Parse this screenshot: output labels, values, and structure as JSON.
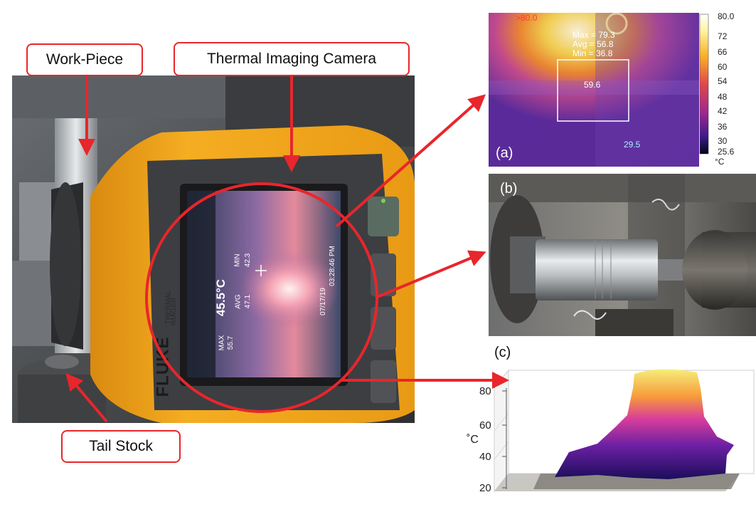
{
  "callouts": {
    "workpiece": "Work-Piece",
    "camera": "Thermal Imaging Camera",
    "tailstock": "Tail Stock"
  },
  "panel_a": {
    "label": "(a)",
    "top_left_reading": ">80.0",
    "stats": {
      "max": "Max = 79.3",
      "avg": "Avg = 56.8",
      "min": "Min = 36.8"
    },
    "center_value": "59.6",
    "lower_value": "29.5",
    "scale_ticks": [
      "80.0",
      "72",
      "66",
      "60",
      "54",
      "48",
      "42",
      "36",
      "30",
      "25.6"
    ],
    "unit": "°C"
  },
  "panel_b": {
    "label": "(b)"
  },
  "panel_c": {
    "label": "(c)",
    "unit": "˚C",
    "z_ticks": [
      "80",
      "60",
      "40",
      "20"
    ]
  },
  "camera_screen": {
    "brand": "FLUKE",
    "model_line1": "THERMAL",
    "model_line2": "IMAGER",
    "center_temp": "45.5°C",
    "max_label": "MAX",
    "max_value": "55.7",
    "avg_label": "AVG",
    "avg_value": "47.1",
    "min_label": "MIN",
    "min_value": "42.3",
    "date": "07/17/19",
    "time": "03:28:46 PM"
  },
  "colors": {
    "accent": "#e8262b",
    "camera_body": "#f2a318"
  }
}
